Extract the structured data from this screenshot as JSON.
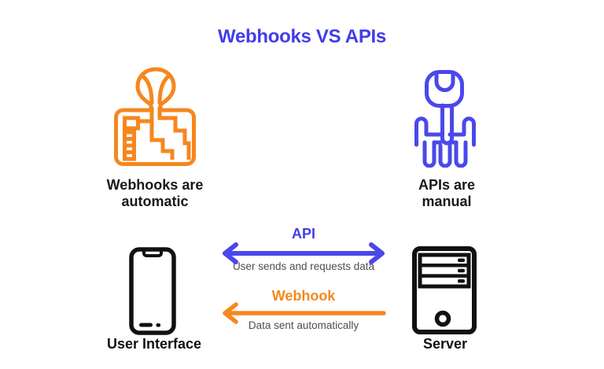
{
  "title": "Webhooks VS APIs",
  "colors": {
    "blue_accent": "#413de8",
    "orange_accent": "#f6871d",
    "text_dark": "#191919",
    "text_gray": "#4d4d4d",
    "icon_black": "#111111"
  },
  "comparison": {
    "webhooks": {
      "icon": "automatic-gear-shifter-icon",
      "caption_line1": "Webhooks are",
      "caption_line2": "automatic"
    },
    "apis": {
      "icon": "manual-gear-shifter-icon",
      "caption_line1": "APIs are",
      "caption_line2": "manual"
    }
  },
  "endpoints": {
    "user_interface": {
      "icon": "smartphone-icon",
      "label": "User Interface"
    },
    "server": {
      "icon": "server-icon",
      "label": "Server"
    }
  },
  "flows": {
    "api": {
      "label": "API",
      "description": "User sends and requests data",
      "direction": "bidirectional"
    },
    "webhook": {
      "label": "Webhook",
      "description": "Data sent automatically",
      "direction": "server-to-user-interface"
    }
  }
}
